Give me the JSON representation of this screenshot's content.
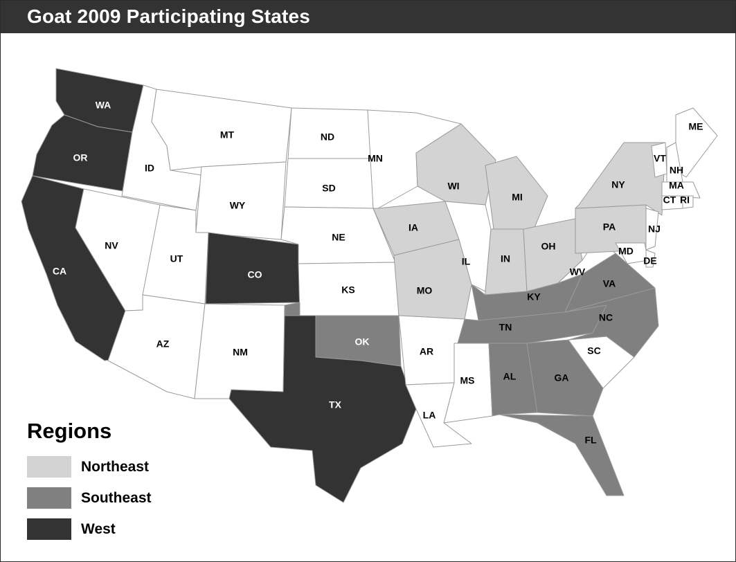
{
  "title": "Goat 2009 Participating States",
  "legend": {
    "title": "Regions",
    "items": [
      {
        "label": "Northeast",
        "color": "#d3d3d3"
      },
      {
        "label": "Southeast",
        "color": "#808080"
      },
      {
        "label": "West",
        "color": "#333333"
      }
    ]
  },
  "colors": {
    "none": "#ffffff",
    "Northeast": "#d3d3d3",
    "Southeast": "#808080",
    "West": "#333333"
  },
  "states": [
    {
      "abbr": "WA",
      "region": "West"
    },
    {
      "abbr": "OR",
      "region": "West"
    },
    {
      "abbr": "CA",
      "region": "West"
    },
    {
      "abbr": "ID",
      "region": ""
    },
    {
      "abbr": "NV",
      "region": ""
    },
    {
      "abbr": "MT",
      "region": ""
    },
    {
      "abbr": "WY",
      "region": ""
    },
    {
      "abbr": "UT",
      "region": ""
    },
    {
      "abbr": "AZ",
      "region": ""
    },
    {
      "abbr": "CO",
      "region": "West"
    },
    {
      "abbr": "NM",
      "region": ""
    },
    {
      "abbr": "ND",
      "region": ""
    },
    {
      "abbr": "SD",
      "region": ""
    },
    {
      "abbr": "NE",
      "region": ""
    },
    {
      "abbr": "KS",
      "region": ""
    },
    {
      "abbr": "OK",
      "region": "Southeast"
    },
    {
      "abbr": "TX",
      "region": "West"
    },
    {
      "abbr": "MN",
      "region": ""
    },
    {
      "abbr": "IA",
      "region": "Northeast"
    },
    {
      "abbr": "MO",
      "region": "Northeast"
    },
    {
      "abbr": "AR",
      "region": ""
    },
    {
      "abbr": "LA",
      "region": ""
    },
    {
      "abbr": "WI",
      "region": "Northeast"
    },
    {
      "abbr": "IL",
      "region": ""
    },
    {
      "abbr": "MI",
      "region": "Northeast"
    },
    {
      "abbr": "IN",
      "region": "Northeast"
    },
    {
      "abbr": "OH",
      "region": "Northeast"
    },
    {
      "abbr": "KY",
      "region": "Southeast"
    },
    {
      "abbr": "TN",
      "region": "Southeast"
    },
    {
      "abbr": "MS",
      "region": ""
    },
    {
      "abbr": "AL",
      "region": "Southeast"
    },
    {
      "abbr": "GA",
      "region": "Southeast"
    },
    {
      "abbr": "FL",
      "region": "Southeast"
    },
    {
      "abbr": "SC",
      "region": ""
    },
    {
      "abbr": "NC",
      "region": "Southeast"
    },
    {
      "abbr": "VA",
      "region": "Southeast"
    },
    {
      "abbr": "WV",
      "region": ""
    },
    {
      "abbr": "PA",
      "region": "Northeast"
    },
    {
      "abbr": "NY",
      "region": "Northeast"
    },
    {
      "abbr": "ME",
      "region": ""
    },
    {
      "abbr": "VT",
      "region": ""
    },
    {
      "abbr": "NH",
      "region": ""
    },
    {
      "abbr": "MA",
      "region": ""
    },
    {
      "abbr": "CT",
      "region": ""
    },
    {
      "abbr": "RI",
      "region": ""
    },
    {
      "abbr": "NJ",
      "region": ""
    },
    {
      "abbr": "MD",
      "region": ""
    },
    {
      "abbr": "DE",
      "region": ""
    }
  ]
}
